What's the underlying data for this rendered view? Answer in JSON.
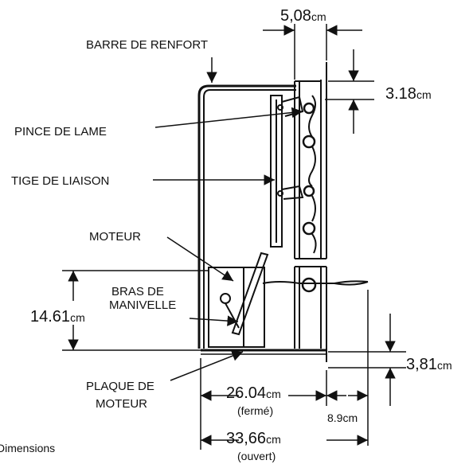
{
  "labels": {
    "reinforcement_bar": "BARRE DE RENFORT",
    "blade_clamp": "PINCE DE LAME",
    "linkage_rod": "TIGE DE LIAISON",
    "motor": "MOTEUR",
    "crank_arm_line1": "BRAS DE",
    "crank_arm_line2": "MANIVELLE",
    "motor_plate_line1": "PLAQUE DE",
    "motor_plate_line2": "MOTEUR"
  },
  "dimensions": {
    "top_width": {
      "value": "5,08",
      "unit": "cm"
    },
    "top_offset": {
      "value": "3.18",
      "unit": "cm"
    },
    "motor_height": {
      "value": "14.61",
      "unit": "cm"
    },
    "bottom_offset": {
      "value": "3,81",
      "unit": "cm"
    },
    "closed_depth": {
      "value": "26.04",
      "unit": "cm",
      "note": "(fermé)"
    },
    "extension": {
      "value": "8.9",
      "unit": "cm"
    },
    "open_depth": {
      "value": "33,66",
      "unit": "cm",
      "note": "(ouvert)"
    }
  },
  "caption": "Dimensions"
}
